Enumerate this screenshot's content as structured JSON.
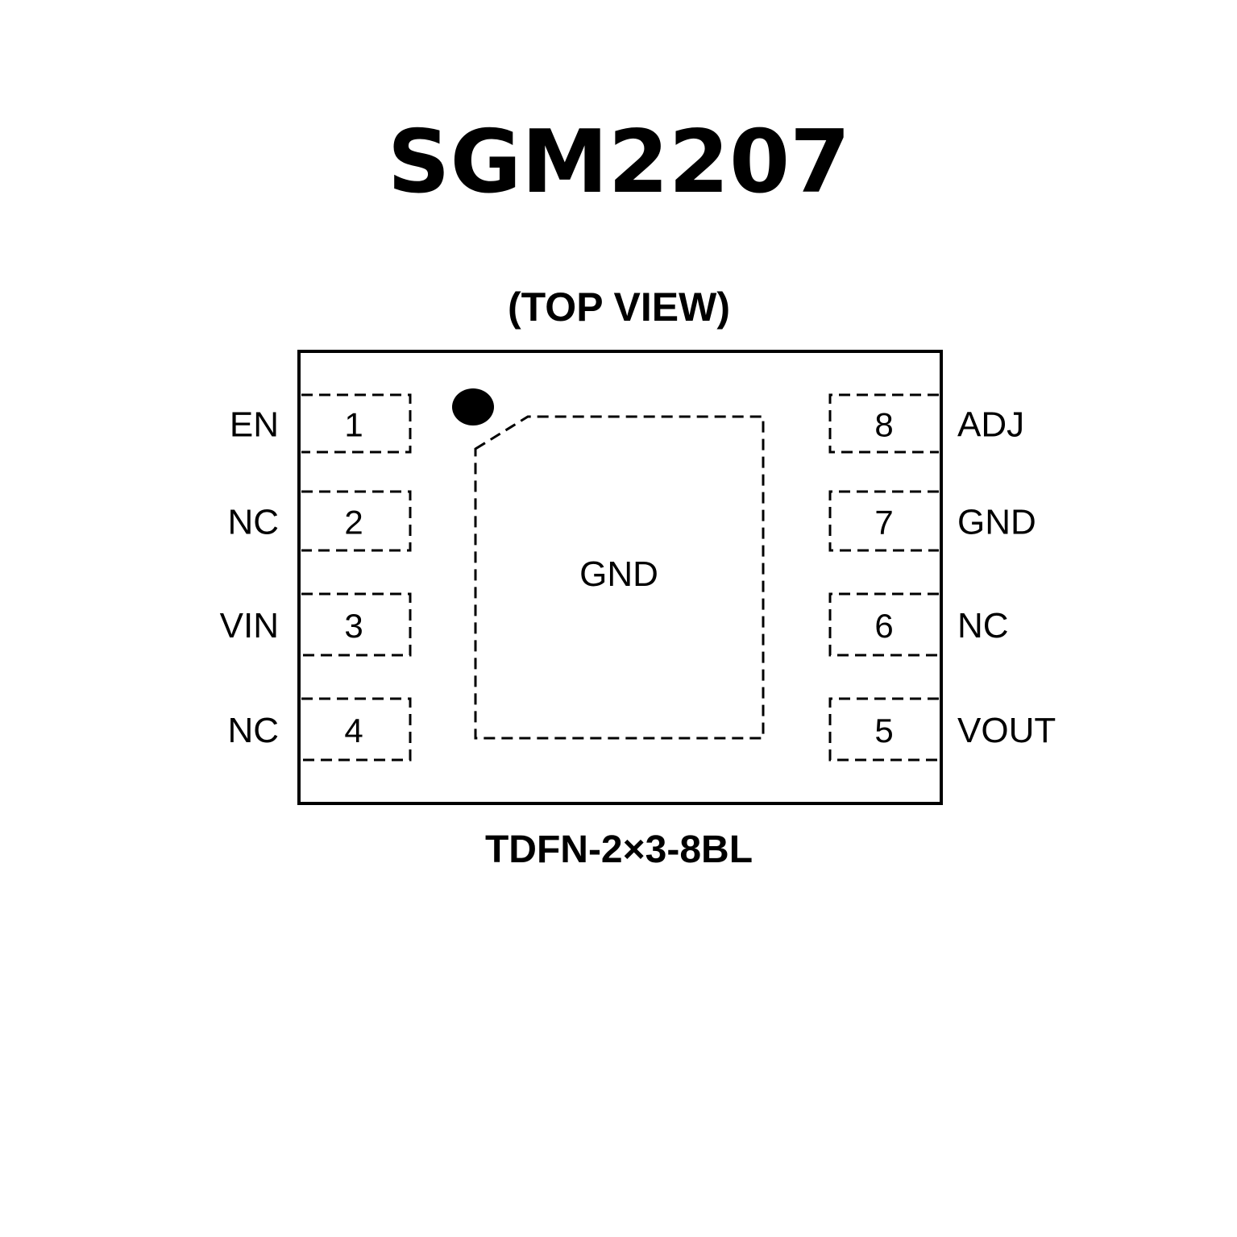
{
  "title": "SGM2207",
  "view_label": "(TOP VIEW)",
  "package_name": "TDFN-2×3-8BL",
  "exposed_pad_label": "GND",
  "pins_left": [
    {
      "number": "1",
      "name": "EN"
    },
    {
      "number": "2",
      "name": "NC"
    },
    {
      "number": "3",
      "name": "VIN"
    },
    {
      "number": "4",
      "name": "NC"
    }
  ],
  "pins_right": [
    {
      "number": "8",
      "name": "ADJ"
    },
    {
      "number": "7",
      "name": "GND"
    },
    {
      "number": "6",
      "name": "NC"
    },
    {
      "number": "5",
      "name": "VOUT"
    }
  ]
}
